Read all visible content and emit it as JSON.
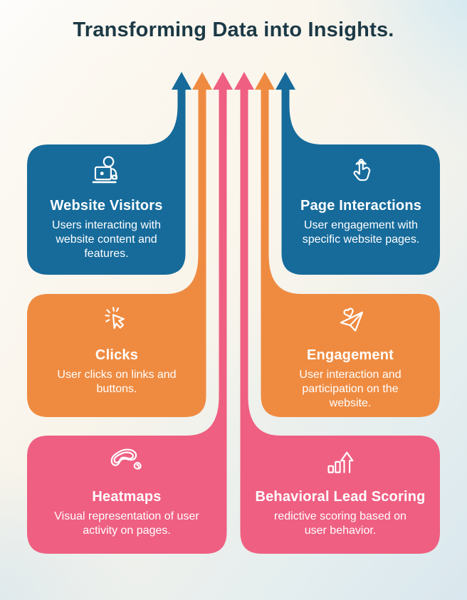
{
  "title": "Transforming Data into Insights.",
  "colors": {
    "blue": "#166B9B",
    "orange": "#EF8B41",
    "pink": "#EF5F82",
    "title_text": "#1C3945",
    "card_text": "#FFFFFF",
    "background_cream": "#FAF5EB",
    "background_blue": "#D9EBF1"
  },
  "flow": {
    "arrow_order_left_to_right": [
      "blue",
      "orange",
      "pink",
      "pink",
      "orange",
      "blue"
    ],
    "direction": "up"
  },
  "cards": [
    {
      "id": "website-visitors",
      "color": "blue",
      "icon": "laptop-user-icon",
      "title": "Website Visitors",
      "description": "Users interacting with website content and features."
    },
    {
      "id": "page-interactions",
      "color": "blue",
      "icon": "tap-click-icon",
      "title": "Page Interactions",
      "description": "User engagement with specific website pages."
    },
    {
      "id": "clicks",
      "color": "orange",
      "icon": "cursor-click-icon",
      "title": "Clicks",
      "description": "User clicks on links and buttons."
    },
    {
      "id": "engagement",
      "color": "orange",
      "icon": "paper-plane-heart-icon",
      "title": "Engagement",
      "description": "User interaction and participation on the website."
    },
    {
      "id": "heatmaps",
      "color": "pink",
      "icon": "heatmap-icon",
      "title": "Heatmaps",
      "description": "Visual representation of user activity on pages."
    },
    {
      "id": "behavioral-lead-scoring",
      "color": "pink",
      "icon": "bar-chart-growth-icon",
      "title": "Behavioral Lead Scoring",
      "description": "redictive scoring based on user behavior."
    }
  ]
}
